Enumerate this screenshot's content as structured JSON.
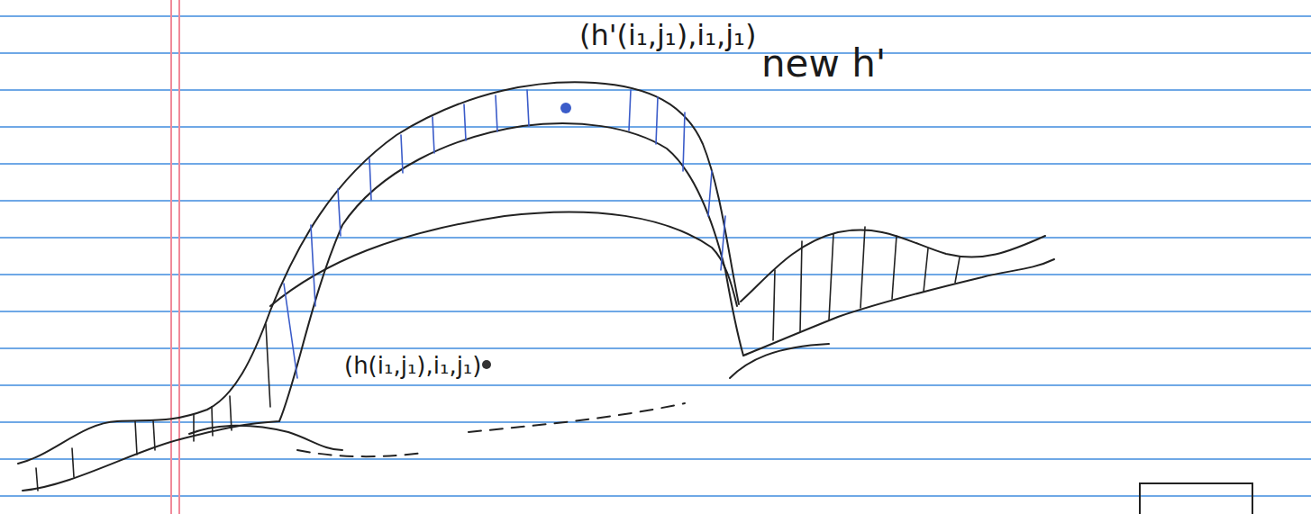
{
  "diagram": {
    "labels": [
      "(h'(i₁,j₁),i₁,j₁)",
      "(h(i₁,j₁),i₁,j₁)",
      "new h'"
    ]
  }
}
